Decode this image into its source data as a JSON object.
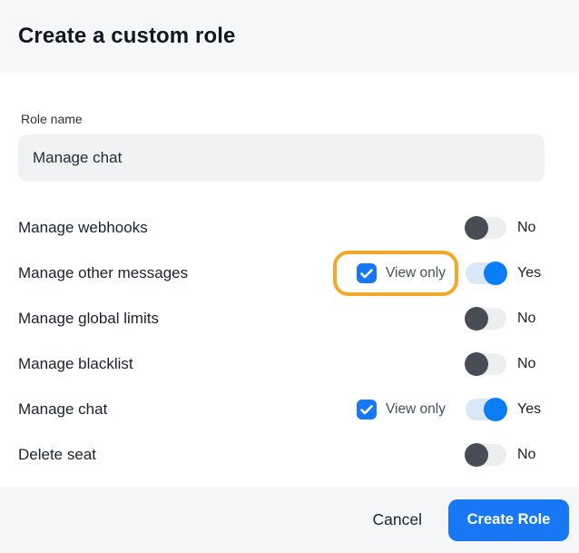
{
  "dialog": {
    "title": "Create a custom role",
    "role_name_field": {
      "label": "Role name",
      "value": "Manage chat"
    },
    "view_only_label": "View only",
    "permissions": [
      {
        "label": "Manage webhooks",
        "enabled": false,
        "state_label": "No",
        "view_only_checkbox": false,
        "view_only_checked": false,
        "highlighted": false
      },
      {
        "label": "Manage other messages",
        "enabled": true,
        "state_label": "Yes",
        "view_only_checkbox": true,
        "view_only_checked": true,
        "highlighted": true
      },
      {
        "label": "Manage global limits",
        "enabled": false,
        "state_label": "No",
        "view_only_checkbox": false,
        "view_only_checked": false,
        "highlighted": false
      },
      {
        "label": "Manage blacklist",
        "enabled": false,
        "state_label": "No",
        "view_only_checkbox": false,
        "view_only_checked": false,
        "highlighted": false
      },
      {
        "label": "Manage chat",
        "enabled": true,
        "state_label": "Yes",
        "view_only_checkbox": true,
        "view_only_checked": true,
        "highlighted": false
      },
      {
        "label": "Delete seat",
        "enabled": false,
        "state_label": "No",
        "view_only_checkbox": false,
        "view_only_checked": false,
        "highlighted": false
      }
    ],
    "footer": {
      "cancel_label": "Cancel",
      "create_label": "Create Role"
    },
    "colors": {
      "accent_blue": "#1877f2",
      "toggle_on_knob": "#0c7ef5",
      "toggle_on_track": "#d8e7fa",
      "toggle_off_knob": "#474c55",
      "toggle_off_track": "#eceef0",
      "highlight_ring": "#f5a728",
      "header_bg": "#f6f7f9",
      "footer_bg": "#f5f6f8",
      "input_bg": "#f1f2f4"
    }
  }
}
